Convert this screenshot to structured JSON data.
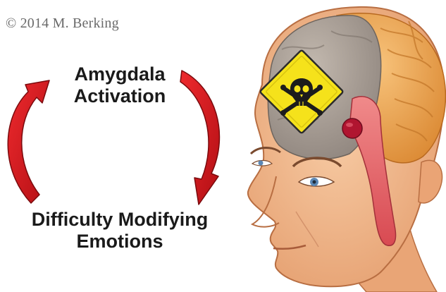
{
  "copyright": "© 2014 M. Berking",
  "cycle": {
    "top_label": [
      "Amygdala",
      "Activation"
    ],
    "bottom_label": [
      "Difficulty Modifying",
      "Emotions"
    ]
  },
  "colors": {
    "arrow": "#d2161b",
    "arrow_dark": "#8e0c10",
    "skin": "#f1b98d",
    "brain_gray": "#a49a91",
    "brain_orange": "#e8a04e",
    "amygdala": "#b01530",
    "hazard_sign": "#f5e21b"
  },
  "icons": {
    "hazard": "skull-crossbones-icon"
  }
}
